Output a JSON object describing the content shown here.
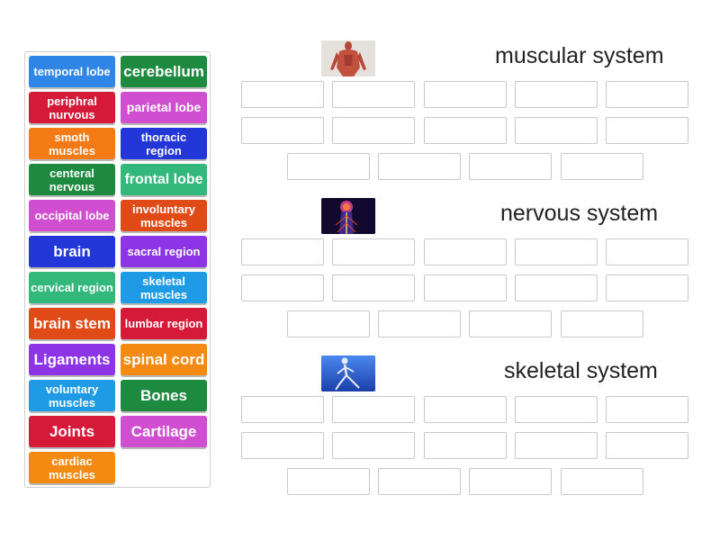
{
  "bank": {
    "tiles": [
      "temporal lobe",
      "cerebellum",
      "periphral nurvous",
      "parietal lobe",
      "smoth muscles",
      "thoracic region",
      "centeral nervous",
      "frontal lobe",
      "occipital lobe",
      "involuntary muscles",
      "brain",
      "sacral region",
      "cervical region",
      "skeletal muscles",
      "brain stem",
      "lumbar region",
      "Ligaments",
      "spinal cord",
      "voluntary muscles",
      "Bones",
      "Joints",
      "Cartilage",
      "cardiac muscles"
    ],
    "tile_colors": [
      "blue",
      "green",
      "red",
      "pink",
      "orange",
      "navy",
      "green",
      "mint",
      "pink",
      "rust",
      "navy",
      "purple",
      "mint",
      "sky",
      "rust",
      "red",
      "purple",
      "orange2",
      "sky",
      "green",
      "red",
      "pink",
      "orange2"
    ]
  },
  "groups": [
    {
      "title": "muscular system",
      "image": "muscle-figure-image"
    },
    {
      "title": "nervous system",
      "image": "nervous-figure-image"
    },
    {
      "title": "skeletal system",
      "image": "skeleton-figure-image"
    }
  ],
  "colors": {
    "blue": "#2f86e6",
    "green": "#1d8a3f",
    "red": "#d51a39",
    "pink": "#cf4fd0",
    "orange": "#f37a14",
    "navy": "#2336d8",
    "mint": "#32b87a",
    "rust": "#e04a16",
    "purple": "#8c34e6",
    "sky": "#1f9be6",
    "orange2": "#f58a13"
  }
}
